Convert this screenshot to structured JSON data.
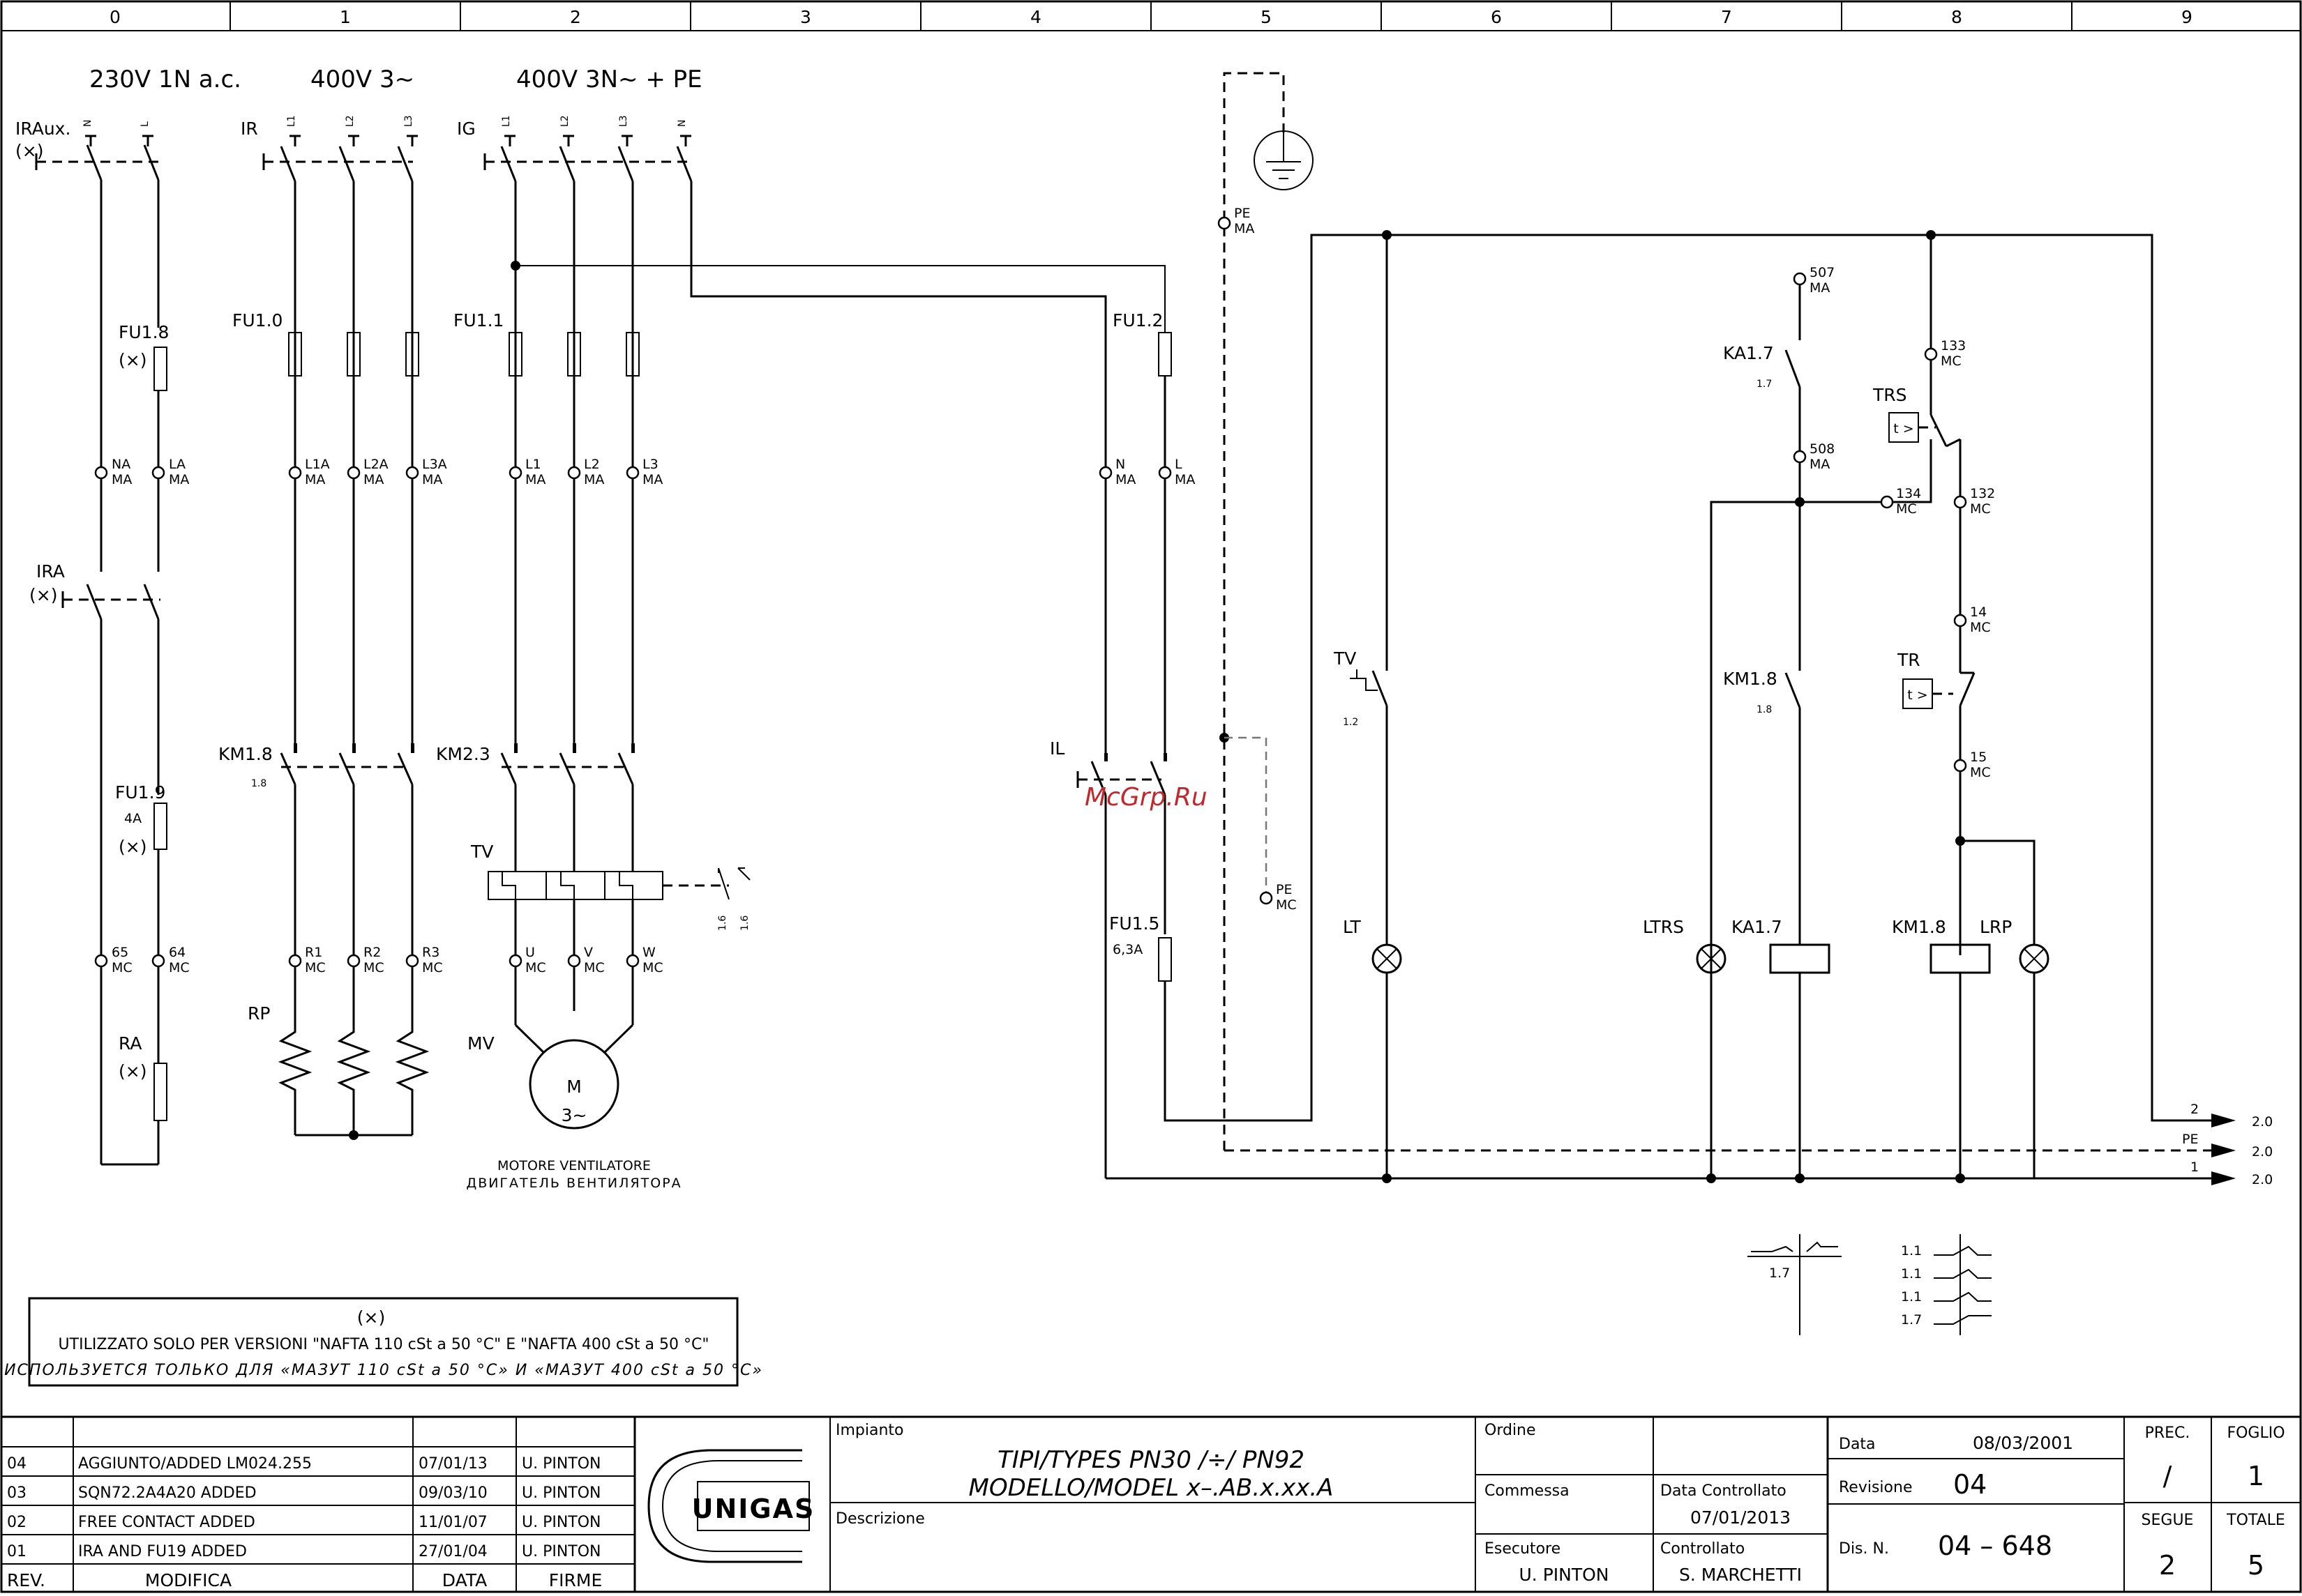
{
  "column_numbers": [
    "0",
    "1",
    "2",
    "3",
    "4",
    "5",
    "6",
    "7",
    "8",
    "9"
  ],
  "supplies": {
    "aux": "230V 1N a.c.",
    "resist": "400V 3~",
    "main": "400V 3N~ + PE"
  },
  "labels": {
    "iraux": "IRAux.",
    "iraux_x": "(×)",
    "ir": "IR",
    "ig": "IG",
    "fu18": "FU1.8",
    "fu18_x": "(×)",
    "fu10": "FU1.0",
    "fu11": "FU1.1",
    "fu12": "FU1.2",
    "ira": "IRA",
    "ira_x": "(×)",
    "fu19": "FU1.9",
    "fu19_val": "4A",
    "fu19_x": "(×)",
    "km18_left": "KM1.8",
    "km18_left_ref": "1.8",
    "km23": "KM2.3",
    "tv_left": "TV",
    "rp": "RP",
    "mv": "MV",
    "ra": "RA",
    "ra_x": "(×)",
    "motor_it": "MOTORE VENTILATORE",
    "motor_ru": "ДВИГАТЕЛЬ ВЕНТИЛЯТОРА",
    "motor_m": "M",
    "motor_3": "3~",
    "il": "IL",
    "fu15": "FU1.5",
    "fu15_val": "6,3A",
    "tv_right": "TV",
    "tv_right_ref": "1.2",
    "lt": "LT",
    "ka17": "KA1.7",
    "ka17_ref": "1.7",
    "trs": "TRS",
    "tr": "TR",
    "km18_right": "KM1.8",
    "km18_right_ref": "1.8",
    "ltrs": "LTRS",
    "ka17_coil": "KA1.7",
    "km18_coil": "KM1.8",
    "lrp": "LRP",
    "tv_ref1": "1.6",
    "tv_ref2": "1.6",
    "timer_sym": "t >",
    "watermark": "McGrp.Ru"
  },
  "terminals": [
    {
      "n": "NA",
      "b": "MA"
    },
    {
      "n": "LA",
      "b": "MA"
    },
    {
      "n": "L1A",
      "b": "MA"
    },
    {
      "n": "L2A",
      "b": "MA"
    },
    {
      "n": "L3A",
      "b": "MA"
    },
    {
      "n": "L1",
      "b": "MA"
    },
    {
      "n": "L2",
      "b": "MA"
    },
    {
      "n": "L3",
      "b": "MA"
    },
    {
      "n": "N",
      "b": "MA"
    },
    {
      "n": "L",
      "b": "MA"
    },
    {
      "n": "65",
      "b": "MC"
    },
    {
      "n": "64",
      "b": "MC"
    },
    {
      "n": "R1",
      "b": "MC"
    },
    {
      "n": "R2",
      "b": "MC"
    },
    {
      "n": "R3",
      "b": "MC"
    },
    {
      "n": "U",
      "b": "MC"
    },
    {
      "n": "V",
      "b": "MC"
    },
    {
      "n": "W",
      "b": "MC"
    },
    {
      "n": "PE",
      "b": "MA"
    },
    {
      "n": "PE",
      "b": "MC"
    },
    {
      "n": "507",
      "b": "MA"
    },
    {
      "n": "508",
      "b": "MA"
    },
    {
      "n": "133",
      "b": "MC"
    },
    {
      "n": "134",
      "b": "MC"
    },
    {
      "n": "132",
      "b": "MC"
    },
    {
      "n": "14",
      "b": "MC"
    },
    {
      "n": "15",
      "b": "MC"
    }
  ],
  "switch_phase_labels": {
    "iraux": [
      "N",
      "L"
    ],
    "ir": [
      "L1",
      "L2",
      "L3"
    ],
    "ig": [
      "L1",
      "L2",
      "L3",
      "N"
    ]
  },
  "outputs": [
    {
      "line": "2",
      "ref": "2.0"
    },
    {
      "line": "PE",
      "ref": "2.0"
    },
    {
      "line": "1",
      "ref": "2.0"
    }
  ],
  "contact_refs": {
    "ka17": "1.7",
    "km18": [
      "1.1",
      "1.1",
      "1.1",
      "1.7"
    ]
  },
  "note": {
    "symbol": "(×)",
    "it": "UTILIZZATO SOLO PER VERSIONI \"NAFTA 110 cSt a 50 °C\" E \"NAFTA 400 cSt a 50 °C\"",
    "ru": "ИСПОЛЬЗУЕТСЯ ТОЛЬКО ДЛЯ «МАЗУТ 110 cSt a 50 °C» И «МАЗУТ 400 cSt a 50 °C»"
  },
  "revisions": [
    {
      "rev": "04",
      "mod": "AGGIUNTO/ADDED LM024.255",
      "date": "07/01/13",
      "sign": "U. PINTON"
    },
    {
      "rev": "03",
      "mod": "SQN72.2A4A20 ADDED",
      "date": "09/03/10",
      "sign": "U. PINTON"
    },
    {
      "rev": "02",
      "mod": "FREE CONTACT ADDED",
      "date": "11/01/07",
      "sign": "U. PINTON"
    },
    {
      "rev": "01",
      "mod": "IRA AND FU19 ADDED",
      "date": "27/01/04",
      "sign": "U. PINTON"
    }
  ],
  "rev_header": {
    "rev": "REV.",
    "mod": "MODIFICA",
    "date": "DATA",
    "sign": "FIRME"
  },
  "logo": "UNIGAS",
  "title_block": {
    "impianto_label": "Impianto",
    "types": "TIPI/TYPES PN30 /÷/ PN92",
    "model": "MODELLO/MODEL x–.AB.x.xx.A",
    "descrizione_label": "Descrizione",
    "ordine_label": "Ordine",
    "commessa_label": "Commessa",
    "esecutore_label": "Esecutore",
    "esecutore": "U. PINTON",
    "data_controllato_label": "Data Controllato",
    "data_controllato": "07/01/2013",
    "controllato_label": "Controllato",
    "controllato": "S. MARCHETTI",
    "data_label": "Data",
    "data": "08/03/2001",
    "revisione_label": "Revisione",
    "revisione": "04",
    "dis_label": "Dis. N.",
    "dis": "04 – 648",
    "prec_label": "PREC.",
    "prec": "/",
    "foglio_label": "FOGLIO",
    "foglio": "1",
    "segue_label": "SEGUE",
    "segue": "2",
    "totale_label": "TOTALE",
    "totale": "5"
  }
}
